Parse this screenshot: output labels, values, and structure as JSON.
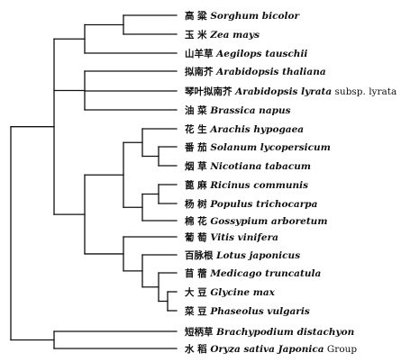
{
  "leaves": [
    {
      "id": "sorghum",
      "cn": "高 粱",
      "sci": "Sorghum bicolor",
      "suffix": ""
    },
    {
      "id": "zea",
      "cn": "玉 米",
      "sci": "Zea mays",
      "suffix": ""
    },
    {
      "id": "aegilops",
      "cn": "山羊草",
      "sci": "Aegilops tauschii",
      "suffix": ""
    },
    {
      "id": "arab-thal",
      "cn": "拟南芥",
      "sci": "Arabidopsis thaliana",
      "suffix": ""
    },
    {
      "id": "arab-lyr",
      "cn": "琴叶拟南芥",
      "sci": "Arabidopsis lyrata",
      "suffix": "subsp. lyrata"
    },
    {
      "id": "brassica",
      "cn": "油 菜",
      "sci": "Brassica napus",
      "suffix": ""
    },
    {
      "id": "arachis",
      "cn": "花 生",
      "sci": "Arachis hypogaea",
      "suffix": ""
    },
    {
      "id": "solanum",
      "cn": "番 茄",
      "sci": "Solanum lycopersicum",
      "suffix": ""
    },
    {
      "id": "nicotiana",
      "cn": "烟 草",
      "sci": "Nicotiana tabacum",
      "suffix": ""
    },
    {
      "id": "ricinus",
      "cn": "蓖 麻",
      "sci": "Ricinus communis",
      "suffix": ""
    },
    {
      "id": "populus",
      "cn": "杨 树",
      "sci": "Populus trichocarpa",
      "suffix": ""
    },
    {
      "id": "gossypium",
      "cn": "棉 花",
      "sci": "Gossypium arboretum",
      "suffix": ""
    },
    {
      "id": "vitis",
      "cn": "葡 萄",
      "sci": "Vitis vinifera",
      "suffix": ""
    },
    {
      "id": "lotus",
      "cn": "百脉根",
      "sci": "Lotus japonicus",
      "suffix": ""
    },
    {
      "id": "medicago",
      "cn": "苜 蓿",
      "sci": "Medicago truncatula",
      "suffix": ""
    },
    {
      "id": "glycine",
      "cn": "大 豆",
      "sci": "Glycine max",
      "suffix": ""
    },
    {
      "id": "phaseolus",
      "cn": "菜 豆",
      "sci": "Phaseolus vulgaris",
      "suffix": ""
    },
    {
      "id": "brachypodium",
      "cn": "短柄草",
      "sci": "Brachypodium distachyon",
      "suffix": ""
    },
    {
      "id": "oryza",
      "cn": "水 稻",
      "sci": "Oryza sativa Japonica",
      "suffix": "Group"
    }
  ],
  "colors": {
    "line": "#111111",
    "text": "#111111",
    "background": "#ffffff"
  }
}
